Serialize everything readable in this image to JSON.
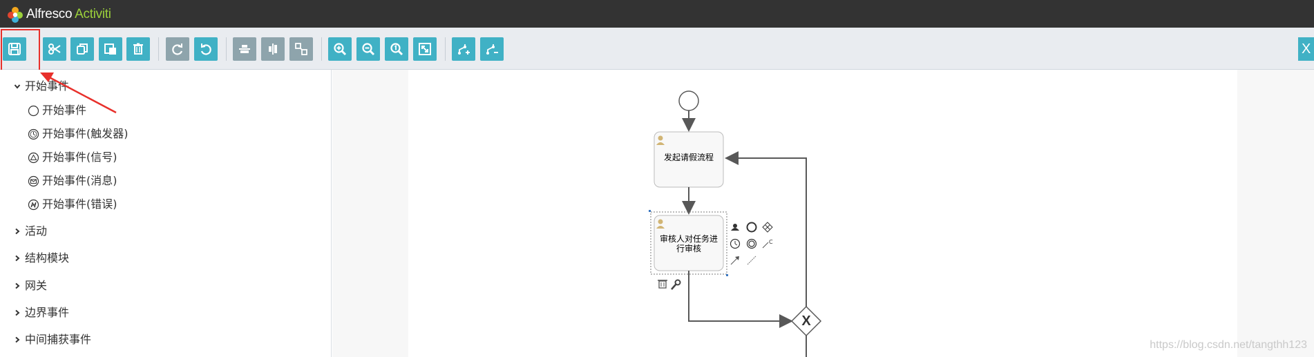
{
  "app": {
    "brand_primary": "Alfresco",
    "brand_secondary": "Activiti"
  },
  "colors": {
    "toolbar_button": "#40b1c5",
    "toolbar_button_disabled": "#8ea4ac",
    "highlight": "#e8302b",
    "brand_green": "#9bd03b"
  },
  "toolbar": {
    "buttons": [
      {
        "name": "save-icon",
        "enabled": true
      },
      {
        "name": "cut-icon",
        "enabled": true
      },
      {
        "name": "copy-icon",
        "enabled": true
      },
      {
        "name": "paste-icon",
        "enabled": true
      },
      {
        "name": "delete-icon",
        "enabled": true
      },
      {
        "name": "redo-icon",
        "enabled": false
      },
      {
        "name": "undo-icon",
        "enabled": true
      },
      {
        "name": "align-vertical-icon",
        "enabled": false
      },
      {
        "name": "align-horizontal-icon",
        "enabled": false
      },
      {
        "name": "same-size-icon",
        "enabled": false
      },
      {
        "name": "zoom-in-icon",
        "enabled": true
      },
      {
        "name": "zoom-out-icon",
        "enabled": true
      },
      {
        "name": "zoom-actual-icon",
        "enabled": true
      },
      {
        "name": "zoom-fit-icon",
        "enabled": true
      },
      {
        "name": "add-bendpoint-icon",
        "enabled": true
      },
      {
        "name": "remove-bendpoint-icon",
        "enabled": true
      }
    ],
    "close_label": "X"
  },
  "palette": {
    "categories": [
      {
        "label": "开始事件",
        "expanded": true,
        "items": [
          "开始事件",
          "开始事件(触发器)",
          "开始事件(信号)",
          "开始事件(消息)",
          "开始事件(错误)"
        ]
      },
      {
        "label": "活动",
        "expanded": false
      },
      {
        "label": "结构模块",
        "expanded": false
      },
      {
        "label": "网关",
        "expanded": false
      },
      {
        "label": "边界事件",
        "expanded": false
      },
      {
        "label": "中间捕获事件",
        "expanded": false
      }
    ]
  },
  "diagram": {
    "task1": "发起请假流程",
    "task2_line1": "审核人对任务进",
    "task2_line2": "行审核",
    "gateway_symbol": "X"
  },
  "watermark": "https://blog.csdn.net/tangthh123"
}
